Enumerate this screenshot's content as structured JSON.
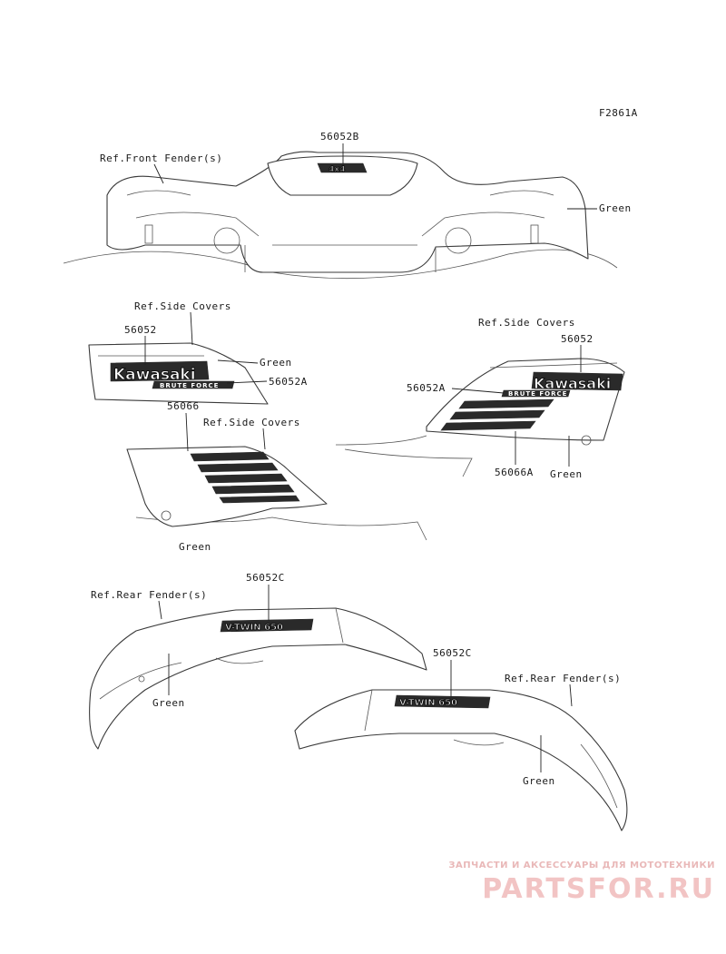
{
  "figure_code": "F2861A",
  "labels": {
    "top_part": "56052B",
    "ref_front_fender": "Ref.Front Fender(s)",
    "green": "Green",
    "ref_side_covers": "Ref.Side Covers",
    "part_56052": "56052",
    "part_56052A": "56052A",
    "part_56066": "56066",
    "part_56066A": "56066A",
    "ref_rear_fender": "Ref.Rear Fender(s)",
    "part_56052C": "56052C"
  },
  "emblems": {
    "brand": "Kawasaki",
    "sub": "BRUTE FORCE",
    "badge_4x4": "4x4",
    "vtwin": "V-TWIN 650"
  },
  "watermark": {
    "tagline": "ЗАПЧАСТИ И АКСЕССУАРЫ ДЛЯ МОТОТЕХНИКИ",
    "logo": "PARTSFOR.RU"
  }
}
